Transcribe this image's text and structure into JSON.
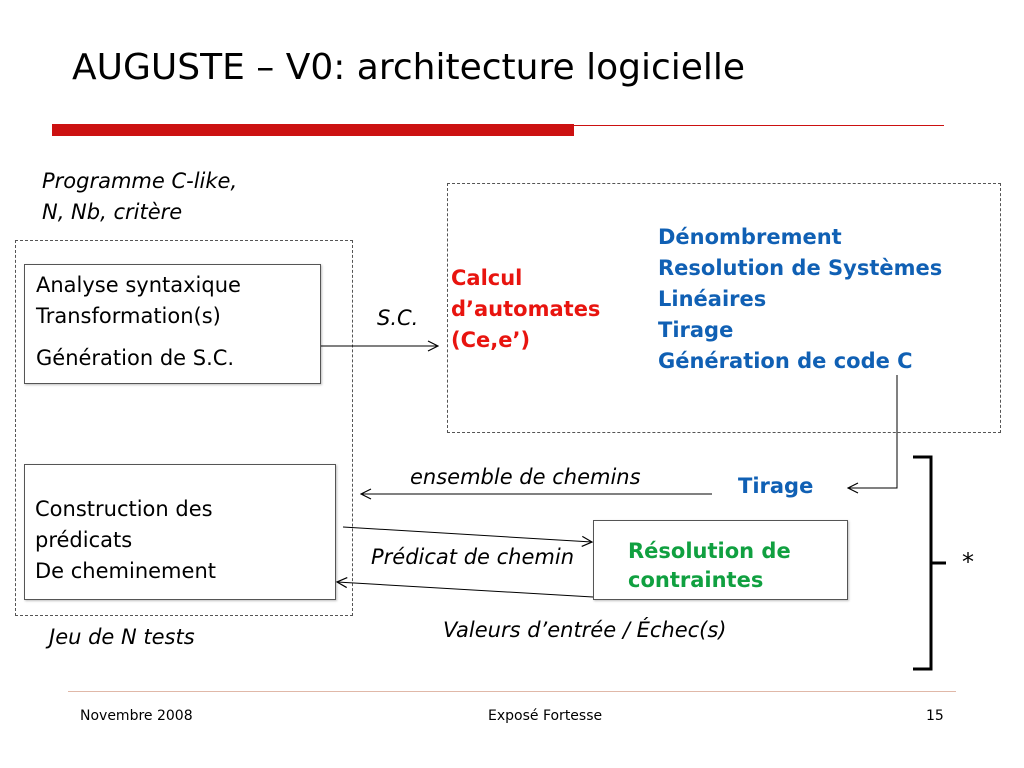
{
  "slide": {
    "title": "AUGUSTE – V0: architecture logicielle"
  },
  "diagram": {
    "input_label": [
      "Programme C-like,",
      "N, Nb, critère"
    ],
    "analysis_box": [
      "Analyse syntaxique",
      "Transformation(s)",
      "Génération de S.C."
    ],
    "sc_label": "S.C.",
    "calcul_label": [
      "Calcul",
      "d’automates",
      "(Ce,e’)"
    ],
    "services": [
      "Dénombrement",
      "Resolution de Systèmes",
      "Linéaires",
      "Tirage",
      "Génération de code C"
    ],
    "tirage_label": "Tirage",
    "chemins_label": "ensemble de chemins",
    "construction_box": [
      "Construction des",
      "prédicats",
      "De cheminement"
    ],
    "predicat_label": "Prédicat de chemin",
    "resolution_box": [
      "Résolution de",
      "contraintes"
    ],
    "valeurs_label": "Valeurs d’entrée / Échec(s)",
    "output_label": "Jeu de N tests",
    "repeat_mark": "*"
  },
  "footer": {
    "date": "Novembre 2008",
    "center": "Exposé Fortesse",
    "page": "15"
  }
}
